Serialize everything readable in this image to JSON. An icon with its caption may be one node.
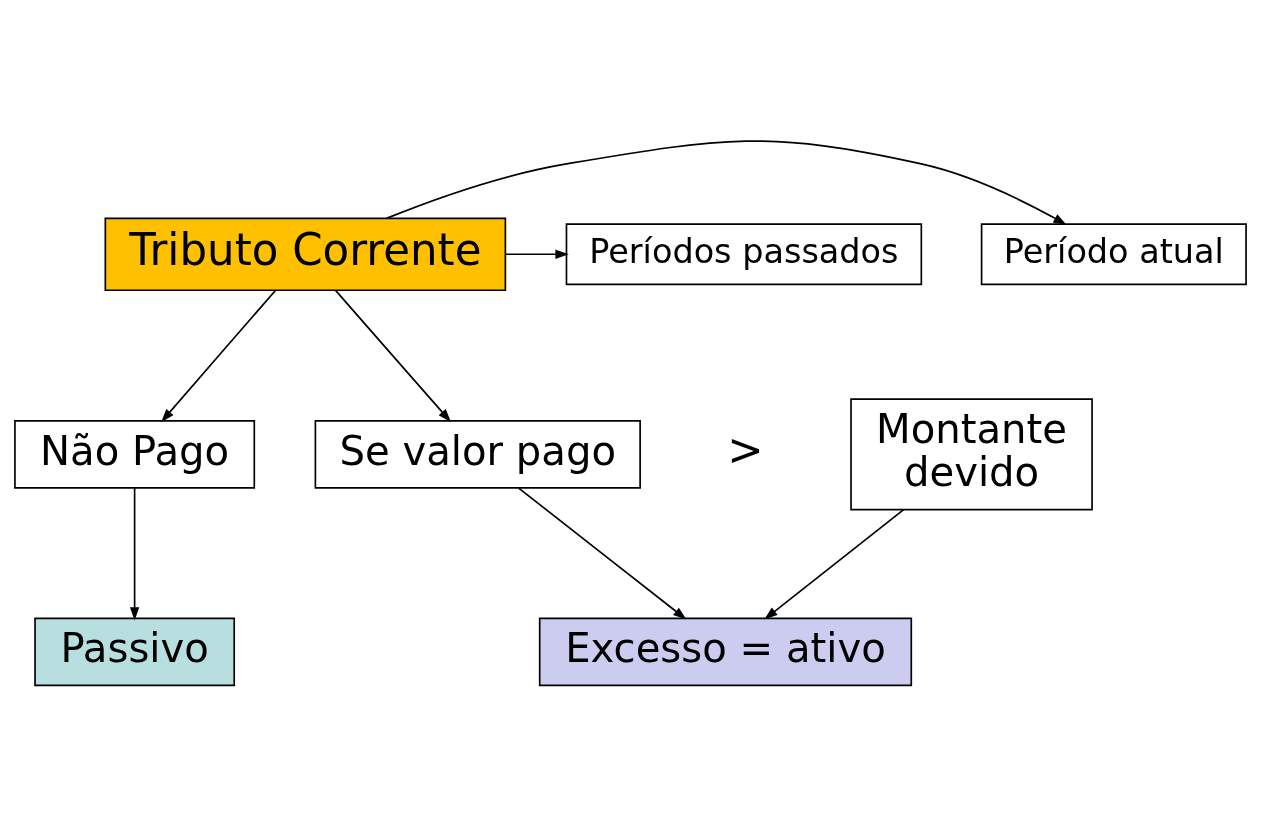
{
  "diagram": {
    "nodes": [
      {
        "text": [
          "Tributo Corrente"
        ]
      },
      {
        "text": [
          "Período atual"
        ]
      },
      {
        "text": [
          "Períodos passados"
        ]
      },
      {
        "text": [
          "Não Pago"
        ]
      },
      {
        "text": [
          "Se valor pago"
        ]
      },
      {
        "text": [
          "Montante devido"
        ]
      },
      {
        "text": [
          "Passivo"
        ]
      },
      {
        "text": [
          "Excesso = ativo"
        ]
      }
    ],
    "edges": [
      {
        "from": 0,
        "to": 1,
        "arrow": "to"
      },
      {
        "from": 0,
        "to": 2,
        "arrow": "to"
      },
      {
        "from": 0,
        "to": 3,
        "arrow": "to"
      },
      {
        "from": 0,
        "to": 4,
        "arrow": "to"
      },
      {
        "from": 3,
        "to": 6,
        "arrow": "to"
      },
      {
        "from": 4,
        "to": 7,
        "arrow": "to"
      },
      {
        "from": 5,
        "to": 7,
        "arrow": "to"
      }
    ],
    "labels": [
      ">"
    ]
  }
}
